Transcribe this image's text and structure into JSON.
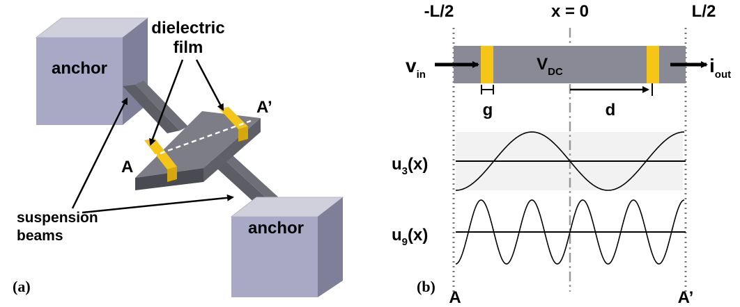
{
  "panel_a": {
    "caption": "(a)",
    "anchor_top_label": "anchor",
    "anchor_bottom_label": "anchor",
    "dielectric_label_line1": "dielectric",
    "dielectric_label_line2": "film",
    "suspension_label_line1": "suspension",
    "suspension_label_line2": "beams",
    "point_a": "A",
    "point_a_prime": "A’"
  },
  "panel_b": {
    "caption": "(b)",
    "left_bound": "-L/2",
    "center": "x = 0",
    "right_bound": "L/2",
    "input_main": "v",
    "input_sub": "in",
    "bias_main": "V",
    "bias_sub": "DC",
    "output_main": "i",
    "output_sub": "out",
    "gap_label": "g",
    "distance_label": "d",
    "mode3_main": "u",
    "mode3_sub": "3",
    "mode3_suffix": "(x)",
    "mode9_main": "u",
    "mode9_sub": "9",
    "mode9_suffix": "(x)",
    "point_a": "A",
    "point_a_prime": "A’"
  },
  "colors": {
    "gray_block": "#8a8a96",
    "anchor_front": "#a9a9c6",
    "anchor_top": "#d0d0dc",
    "anchor_side": "#7f7f99",
    "dielectric": "#f5c518"
  }
}
